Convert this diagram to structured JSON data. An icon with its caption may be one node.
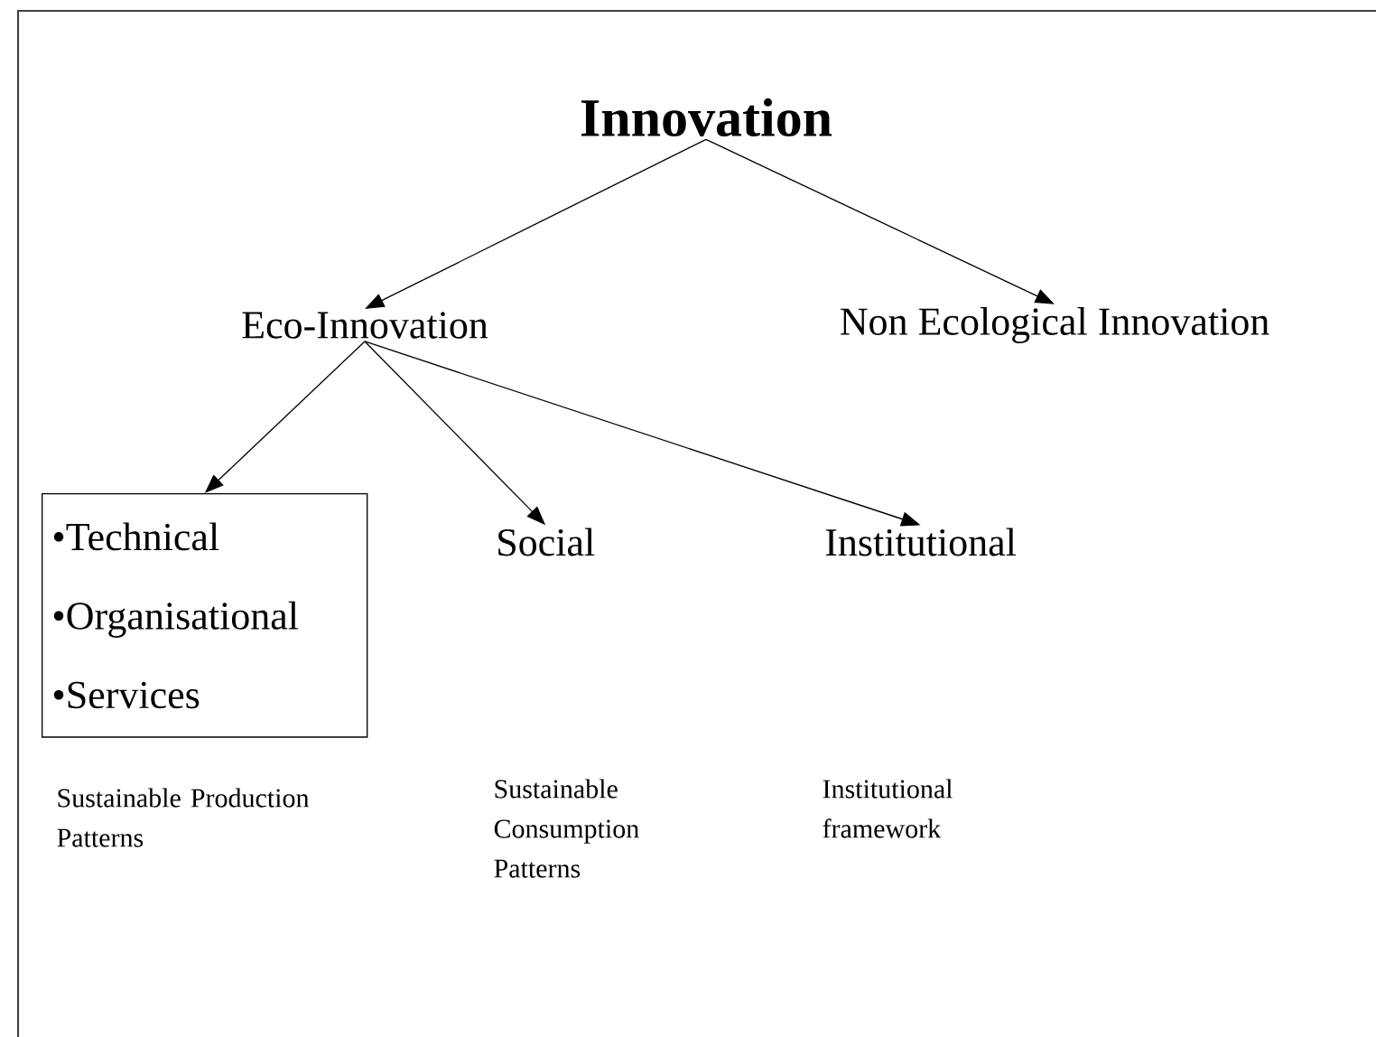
{
  "diagram": {
    "nodes": [
      {
        "text": [
          "Innovation"
        ]
      },
      {
        "text": [
          "Eco-Innovation"
        ]
      },
      {
        "text": [
          "Non Ecological Innovation"
        ]
      },
      {
        "text": [
          "•Technical",
          "•Organisational",
          "•Services"
        ]
      },
      {
        "text": [
          "Social"
        ]
      },
      {
        "text": [
          "Institutional"
        ]
      }
    ],
    "edges": [
      {
        "from": 0,
        "to": 1,
        "arrow": "to"
      },
      {
        "from": 0,
        "to": 2,
        "arrow": "to"
      },
      {
        "from": 1,
        "to": 3,
        "arrow": "to"
      },
      {
        "from": 1,
        "to": 4,
        "arrow": "to"
      },
      {
        "from": 1,
        "to": 5,
        "arrow": "to"
      }
    ],
    "labels": [
      "Sustainable Production Patterns",
      "Sustainable Consumption Patterns",
      "Institutional framework"
    ]
  }
}
